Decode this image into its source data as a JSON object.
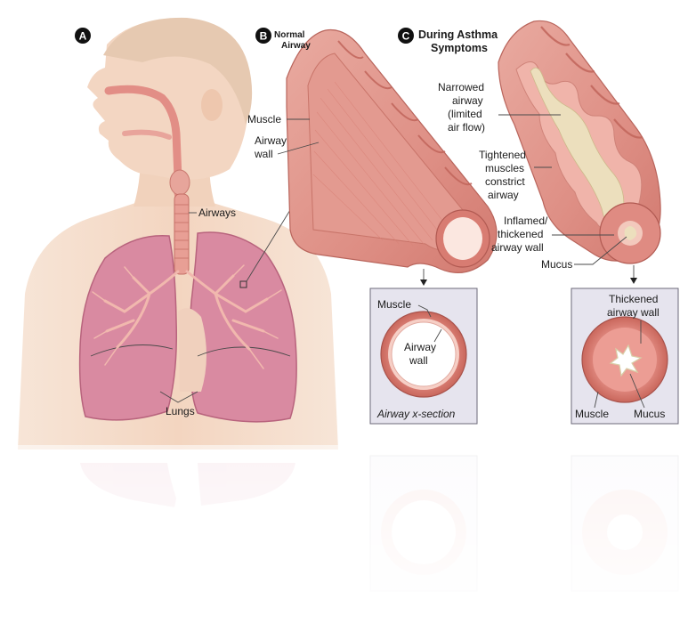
{
  "panels": {
    "a": {
      "badge": "A"
    },
    "b": {
      "badge": "B",
      "title_line1": "Normal",
      "title_line2": "Airway"
    },
    "c": {
      "badge": "C",
      "title_line1": "During Asthma",
      "title_line2": "Symptoms"
    }
  },
  "labels": {
    "airways": "Airways",
    "lungs": "Lungs",
    "b_muscle": "Muscle",
    "b_airway_wall_1": "Airway",
    "b_airway_wall_2": "wall",
    "c_narrowed_1": "Narrowed",
    "c_narrowed_2": "airway",
    "c_narrowed_3": "(limited",
    "c_narrowed_4": "air flow)",
    "c_tightened_1": "Tightened",
    "c_tightened_2": "muscles",
    "c_tightened_3": "constrict",
    "c_tightened_4": "airway",
    "c_inflamed_1": "Inflamed/",
    "c_inflamed_2": "thickened",
    "c_inflamed_3": "airway wall",
    "c_mucus": "Mucus"
  },
  "xsection_normal": {
    "muscle": "Muscle",
    "airway_wall_1": "Airway",
    "airway_wall_2": "wall",
    "caption": "Airway x-section"
  },
  "xsection_asthma": {
    "thickened_1": "Thickened",
    "thickened_2": "airway wall",
    "muscle": "Muscle",
    "mucus": "Mucus"
  },
  "colors": {
    "skin": "#f3d9c6",
    "lung": "#d9879f",
    "airway": "#e7a197",
    "muscle": "#c9675c",
    "mucus": "#ece2b8",
    "box": "#e6e4ee"
  }
}
